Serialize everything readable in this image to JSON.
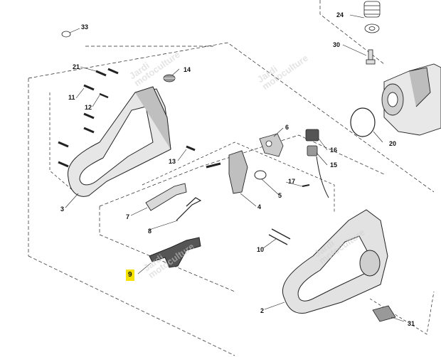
{
  "diagram": {
    "part_labels": [
      {
        "id": "33",
        "text": "33"
      },
      {
        "id": "24",
        "text": "24"
      },
      {
        "id": "30",
        "text": "30"
      },
      {
        "id": "21",
        "text": "21"
      },
      {
        "id": "14",
        "text": "14"
      },
      {
        "id": "11",
        "text": "11"
      },
      {
        "id": "12",
        "text": "12"
      },
      {
        "id": "6",
        "text": "6"
      },
      {
        "id": "16",
        "text": "16"
      },
      {
        "id": "20",
        "text": "20"
      },
      {
        "id": "13",
        "text": "13"
      },
      {
        "id": "15",
        "text": "15"
      },
      {
        "id": "17",
        "text": "17"
      },
      {
        "id": "5",
        "text": "5"
      },
      {
        "id": "3",
        "text": "3"
      },
      {
        "id": "7",
        "text": "7"
      },
      {
        "id": "4",
        "text": "4"
      },
      {
        "id": "8",
        "text": "8"
      },
      {
        "id": "10",
        "text": "10"
      },
      {
        "id": "9",
        "text": "9"
      },
      {
        "id": "2",
        "text": "2"
      },
      {
        "id": "31",
        "text": "31"
      }
    ],
    "highlighted_part": "9",
    "highlight_color": "#f6e200",
    "watermark": {
      "line1": "Jardi",
      "line2": "motoculture"
    }
  }
}
